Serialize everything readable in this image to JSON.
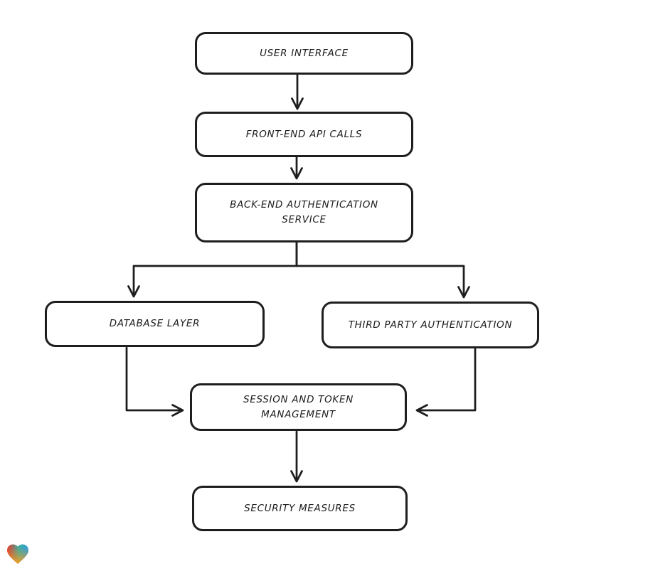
{
  "diagram": {
    "type": "flowchart",
    "stroke_color": "#1e1e1e",
    "node_fill": "#ffffff",
    "nodes": [
      {
        "id": "user-interface",
        "label": "USER INTERFACE"
      },
      {
        "id": "front-end-api-calls",
        "label": "FRONT-END API CALLS"
      },
      {
        "id": "back-end-authentication-service",
        "label": "BACK-END AUTHENTICATION SERVICE"
      },
      {
        "id": "database-layer",
        "label": "DATABASE LAYER"
      },
      {
        "id": "third-party-authentication",
        "label": "THIRD PARTY AUTHENTICATION"
      },
      {
        "id": "session-and-token-management",
        "label": "SESSION AND TOKEN MANAGEMENT"
      },
      {
        "id": "security-measures",
        "label": "SECURITY MEASURES"
      }
    ],
    "edges": [
      {
        "from": "user-interface",
        "to": "front-end-api-calls"
      },
      {
        "from": "front-end-api-calls",
        "to": "back-end-authentication-service"
      },
      {
        "from": "back-end-authentication-service",
        "to": "database-layer"
      },
      {
        "from": "back-end-authentication-service",
        "to": "third-party-authentication"
      },
      {
        "from": "database-layer",
        "to": "session-and-token-management"
      },
      {
        "from": "third-party-authentication",
        "to": "session-and-token-management"
      },
      {
        "from": "session-and-token-management",
        "to": "security-measures"
      }
    ]
  },
  "heart_logo": {
    "gradient": {
      "red": "#e8382c",
      "teal": "#3fae9f",
      "blue": "#2e9ce0",
      "orange": "#f99b1d"
    }
  }
}
